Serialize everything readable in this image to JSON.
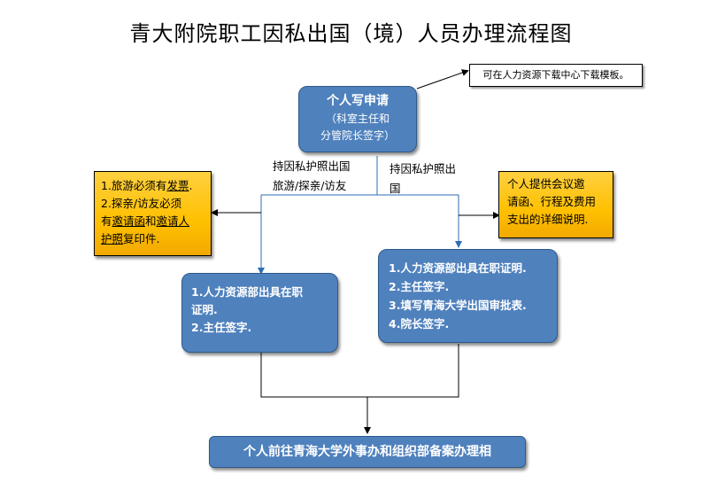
{
  "title": "青大附院职工因私出国（境）人员办理流程图",
  "note": "可在人力资源下载中心下载模板。",
  "start": {
    "line1": "个人写申请",
    "line2": "（科室主任和",
    "line3": "分管院长签字）"
  },
  "branch_left_label": [
    "持因私护照出国",
    "旅游/探亲/访友"
  ],
  "branch_right_label": [
    "持因私护照出",
    "国"
  ],
  "left_note": {
    "l1a": "1.旅游必须有",
    "l1b": "发票",
    "l1c": ".",
    "l2": "2.探亲/访友必须",
    "l3a": "有",
    "l3b": "邀请函",
    "l3c": "和",
    "l3d": "邀请人",
    "l4a": "护照",
    "l4b": "复印件."
  },
  "right_note": {
    "l1": "个人提供会议邀",
    "l2": "请函、行程及费用",
    "l3": "支出的详细说明."
  },
  "left_steps": {
    "s1a": "1.人力资源部出具在职",
    "s1b": "证明.",
    "s2": "2.主任签字."
  },
  "right_steps": {
    "s1": "1.人力资源部出具在职证明.",
    "s2": "2.主任签字.",
    "s3": "3.填写青海大学出国审批表.",
    "s4": "4.院长签字."
  },
  "final": "个人前往青海大学外事办和组织部备案办理相"
}
